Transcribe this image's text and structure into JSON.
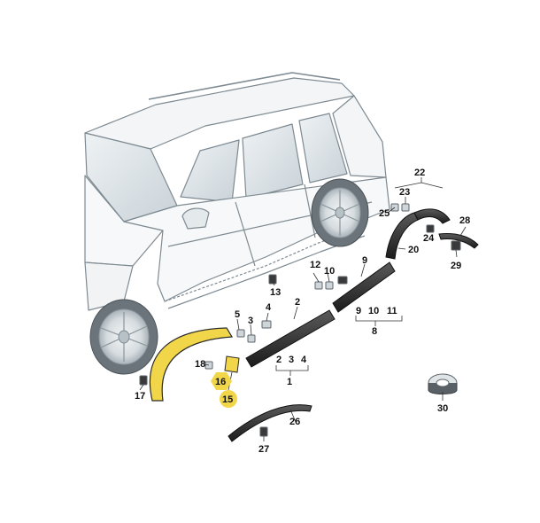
{
  "diagram": {
    "highlight_color": "#f2d64a",
    "part_fill": "#2a2a2a",
    "body_stroke": "#7e8a92",
    "glass_fill": "#d9e0e4",
    "labels": {
      "l1": "1",
      "l2": "2",
      "l3": "3",
      "l4": "4",
      "l5": "5",
      "l8": "8",
      "l9": "9",
      "l10": "10",
      "l11": "11",
      "l12": "12",
      "l13": "13",
      "l15": "15",
      "l16": "16",
      "l17": "17",
      "l18": "18",
      "l20": "20",
      "l22": "22",
      "l23": "23",
      "l24": "24",
      "l25": "25",
      "l26": "26",
      "l27": "27",
      "l28": "28",
      "l29": "29",
      "l30": "30",
      "g1a": "2",
      "g1b": "3",
      "g1c": "4",
      "g8a": "9",
      "g8b": "10",
      "g8c": "11"
    }
  }
}
